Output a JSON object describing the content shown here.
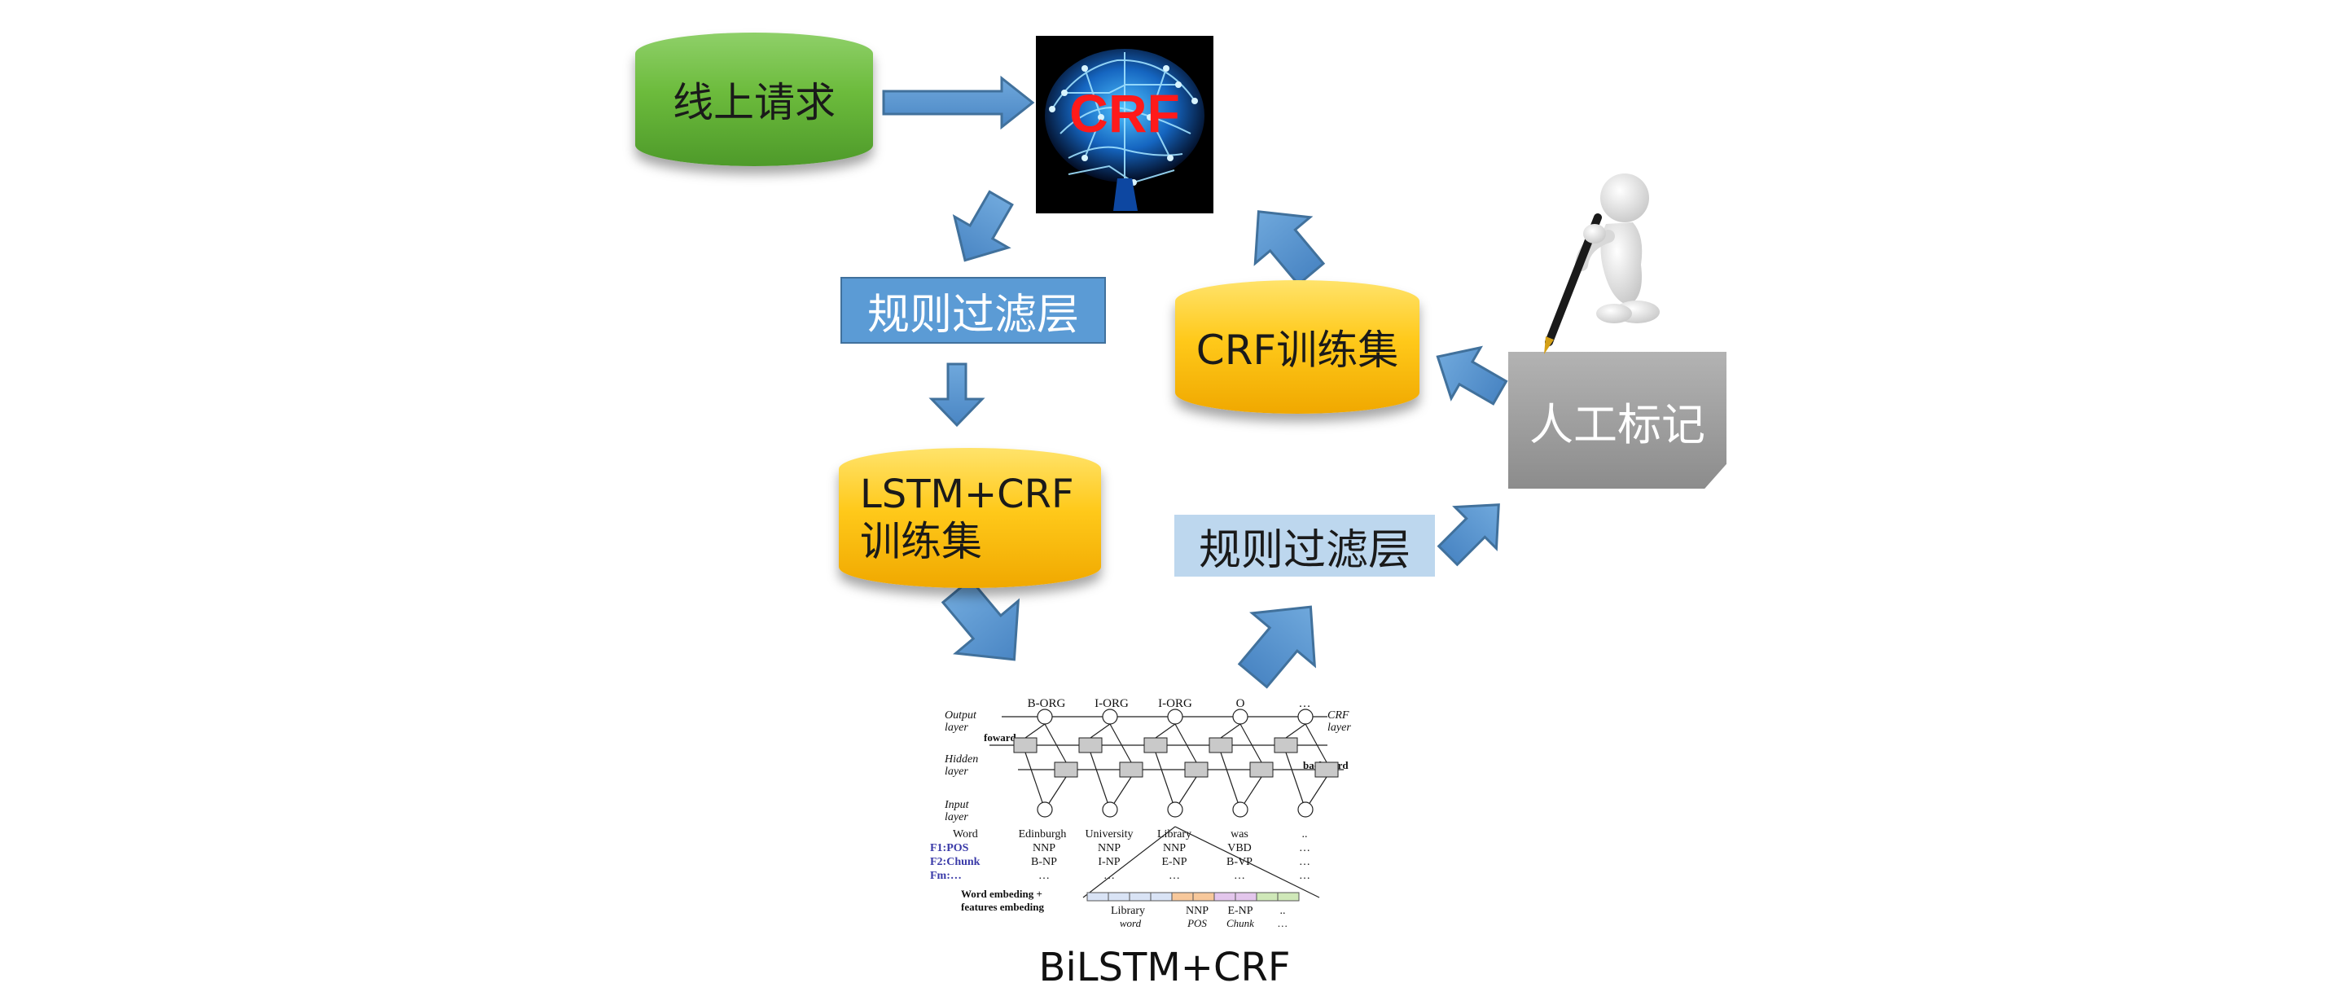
{
  "nodes": {
    "online_request": "线上请求",
    "crf_logo": "CRF",
    "rule_filter_top": "规则过滤层",
    "crf_train_set": "CRF训练集",
    "manual_label": "人工标记",
    "lstm_crf_set_line1": "LSTM+CRF",
    "lstm_crf_set_line2": "训练集",
    "rule_filter_bottom": "规则过滤层",
    "bilstm_caption": "BiLSTM+CRF"
  },
  "bilstm_figure": {
    "output_tags": [
      "B-ORG",
      "I-ORG",
      "I-ORG",
      "O",
      "…"
    ],
    "layer_labels": {
      "output": "Output\nlayer",
      "hidden": "Hidden\nlayer",
      "input": "Input\nlayer",
      "crf": "CRF\nlayer",
      "forward": "foward",
      "backward": "backward"
    },
    "row_labels": [
      "Word",
      "F1:POS",
      "F2:Chunk",
      "Fm:…"
    ],
    "words": [
      "Edinburgh",
      "University",
      "Library",
      "was",
      ".."
    ],
    "pos": [
      "NNP",
      "NNP",
      "NNP",
      "VBD",
      "…"
    ],
    "chunk": [
      "B-NP",
      "I-NP",
      "E-NP",
      "B-VP",
      "…"
    ],
    "fm": [
      "…",
      "…",
      "…",
      "…",
      "…"
    ],
    "embed_label_1": "Word embeding +",
    "embed_label_2": "features embeding",
    "embed_bottom": [
      "Library",
      "NNP",
      "E-NP",
      ".."
    ],
    "embed_bottom_italic": [
      "word",
      "POS",
      "Chunk",
      "…"
    ]
  },
  "colors": {
    "arrow_blue": "#5b9bd5",
    "arrow_stroke": "#41719c",
    "box_blue": "#5b9bd5",
    "box_blue_light": "#bdd7ee",
    "green": "#6cbb3c",
    "yellow": "#ffc91a",
    "gray_box": "#a6a6a6",
    "crf_red": "#ff1a1a"
  }
}
